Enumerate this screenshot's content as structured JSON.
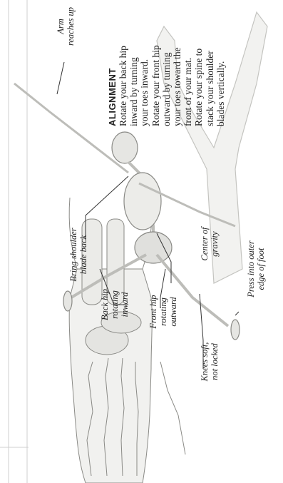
{
  "alignment": {
    "title": "ALIGNMENT",
    "lines": [
      "Rotate your back hip",
      "inward by turning",
      "your toes inward.",
      "Rotate your front hip",
      "outward by turning",
      "your toes toward the",
      "front of your mat.",
      "Rotate your spine to",
      "stack your shoulder",
      "blades vertically."
    ]
  },
  "labels": {
    "arm": [
      "Arm",
      "reaches up"
    ],
    "shoulder": [
      "Bring shoulder",
      "blade back"
    ],
    "center": [
      "Center of",
      "gravity"
    ],
    "press": [
      "Press into outer",
      "edge of foot"
    ],
    "back_hip": [
      "Back hip",
      "rotating",
      "inward"
    ],
    "front_hip": [
      "Front hip",
      "rotating",
      "outward"
    ],
    "knees": [
      "Knees soft,",
      "not locked"
    ]
  },
  "colors": {
    "ink": "#222222",
    "bone": "#d9d9d6",
    "outline": "#8a8a86",
    "leader": "#333333"
  }
}
